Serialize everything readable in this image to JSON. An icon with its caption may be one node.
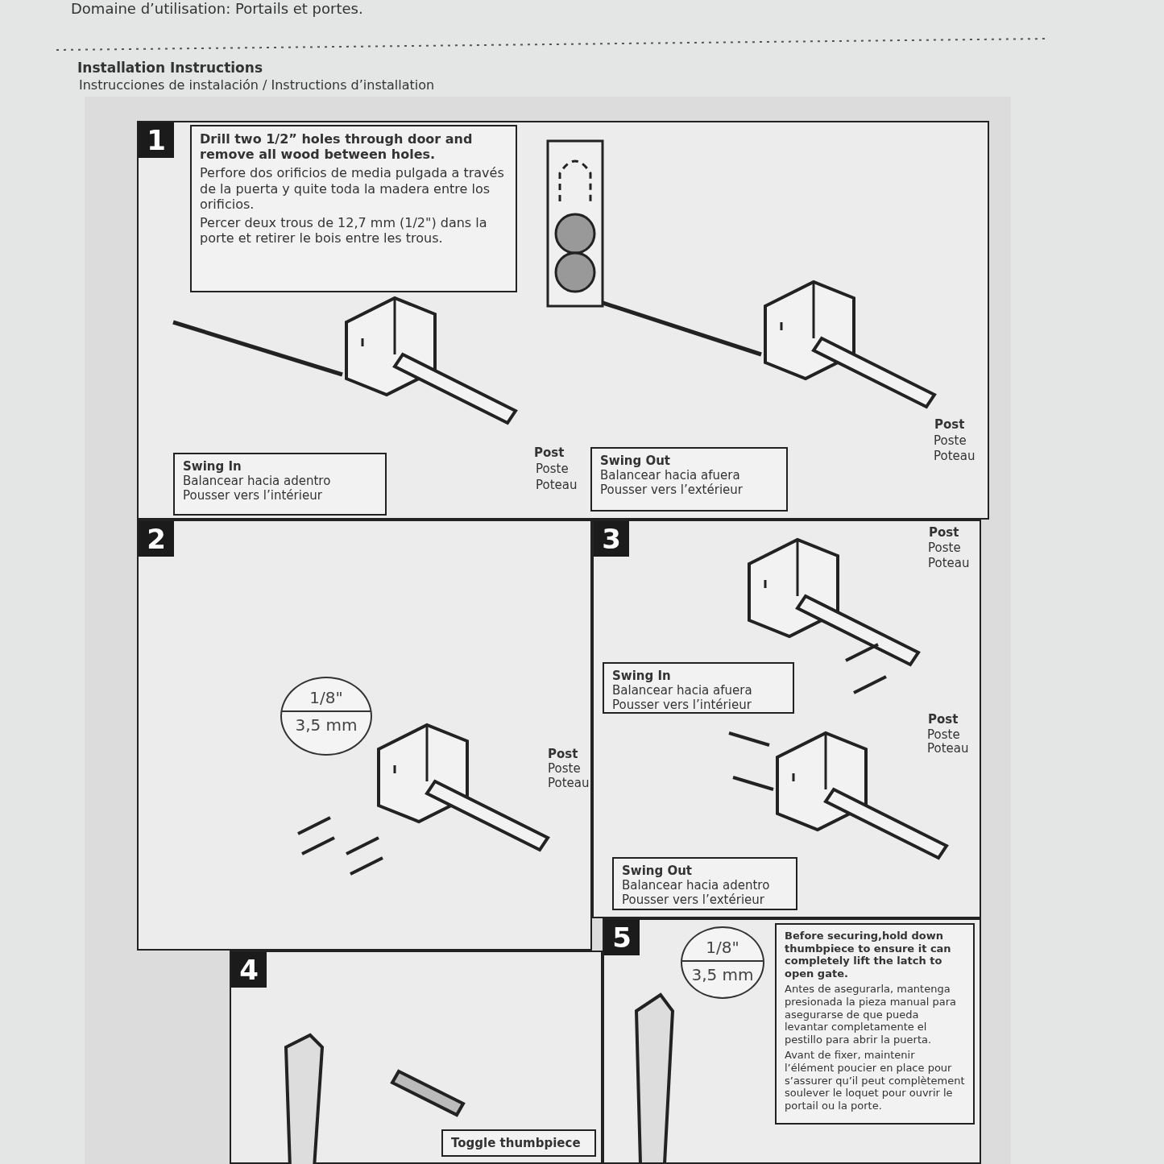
{
  "diagram": {
    "nodes": [
      {
        "text": [
          "1"
        ]
      },
      {
        "text": [
          "Drill two 1/2” holes through door and remove all wood between holes.",
          "Perfore dos orificios de media pulgada a través de la puerta y quite toda la madera entre los orificios.",
          "Percer deux trous de 12,7 mm (1/2\") dans la porte et retirer le bois entre les trous."
        ],
        "in": 0
      },
      {
        "text": [
          "Swing In",
          "Balancear hacia adentro",
          "Pousser vers l’intérieur"
        ],
        "in": 0
      },
      {
        "text": [
          "Swing Out",
          "Balancear hacia afuera",
          "Pousser vers l’extérieur"
        ],
        "in": 0
      },
      {
        "text": [
          "2"
        ]
      },
      {
        "text": [
          "1/8\"",
          "3,5 mm"
        ],
        "in": 4
      },
      {
        "text": [
          "3"
        ]
      },
      {
        "text": [
          "Swing In",
          "Balancear hacia afuera",
          "Pousser vers l’intérieur"
        ],
        "in": 6
      },
      {
        "text": [
          "Swing Out",
          "Balancear hacia adentro",
          "Pousser vers l’extérieur"
        ],
        "in": 6
      },
      {
        "text": [
          "4"
        ]
      },
      {
        "text": [
          "Toggle thumbpiece"
        ],
        "in": 9
      },
      {
        "text": [
          "5"
        ]
      },
      {
        "text": [
          "1/8\"",
          "3,5 mm"
        ],
        "in": 11
      },
      {
        "text": [
          "Before securing,hold down thumbpiece to ensure it can completely lift the latch to open gate.",
          "Antes de asegurarla, mantenga presionada la pieza manual para asegurarse de que pueda levantar completamente el pestillo para abrir la puerta.",
          "Avant de fixer, maintenir l’élément poucier en place pour s’assurer qu’il peut complètement soulever le loquet pour ouvrir le portail ou la porte."
        ],
        "in": 11
      }
    ],
    "labels": [
      "Domaine d’utilisation: Portails et portes.",
      "Installation Instructions",
      "Instrucciones de instalación / Instructions d’installation",
      "Post",
      "Poste",
      "Poteau",
      "Post",
      "Poste",
      "Poteau",
      "Post",
      "Poste",
      "Poteau",
      "Post",
      "Poste",
      "Poteau",
      "Post",
      "Poste",
      "Poteau"
    ]
  }
}
